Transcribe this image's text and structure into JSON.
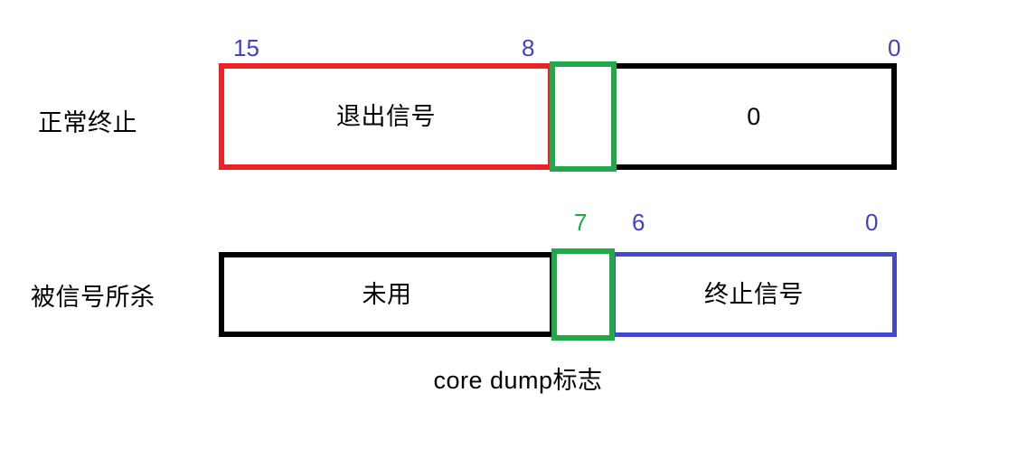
{
  "diagram": {
    "title": "",
    "colors": {
      "red": "#ed2228",
      "green": "#21a84b",
      "blue": "#4249cc",
      "tick_blue": "#4040c8",
      "black": "#000000",
      "background": "#ffffff"
    },
    "rows": [
      {
        "id": "normal-termination",
        "label": "正常终止",
        "ticks": [
          {
            "value": "15",
            "color": "#4040c8"
          },
          {
            "value": "8",
            "color": "#4040c8"
          },
          {
            "value": "0",
            "color": "#4040c8"
          }
        ],
        "fields": [
          {
            "id": "exit-signal",
            "text": "退出信号",
            "border_color": "#ed2228"
          },
          {
            "id": "core-dump-flag",
            "text": "",
            "border_color": "#21a84b"
          },
          {
            "id": "zero",
            "text": "0",
            "border_color": "#000000"
          }
        ]
      },
      {
        "id": "killed-by-signal",
        "label": "被信号所杀",
        "ticks": [
          {
            "value": "7",
            "color": "#21a84b"
          },
          {
            "value": "6",
            "color": "#4040c8"
          },
          {
            "value": "0",
            "color": "#4040c8"
          }
        ],
        "fields": [
          {
            "id": "unused",
            "text": "未用",
            "border_color": "#000000"
          },
          {
            "id": "core-dump-flag",
            "text": "",
            "border_color": "#21a84b"
          },
          {
            "id": "termination-signal",
            "text": "终止信号",
            "border_color": "#4249cc"
          }
        ]
      }
    ],
    "caption": "core dump标志"
  }
}
